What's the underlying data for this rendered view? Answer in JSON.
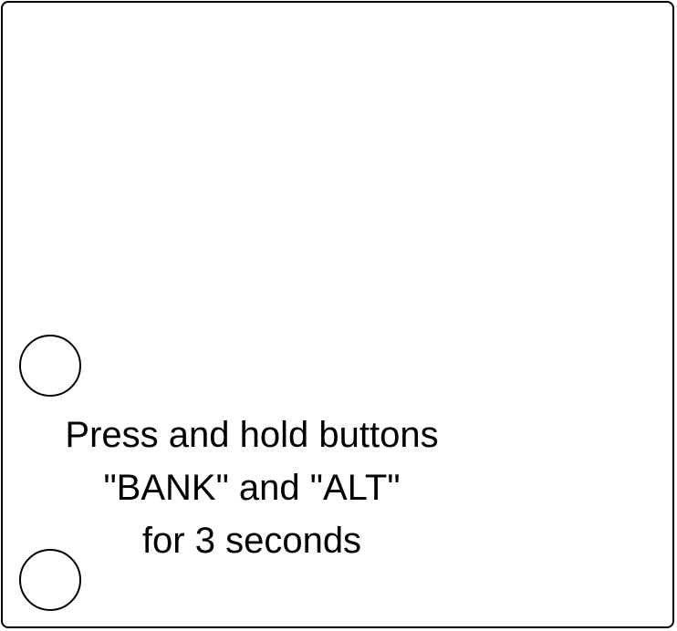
{
  "instruction": {
    "line1": "Press and hold buttons",
    "line2": "\"BANK\" and \"ALT\"",
    "line3": "for 3 seconds"
  },
  "colors": {
    "stroke": "#000000",
    "background": "#ffffff"
  }
}
